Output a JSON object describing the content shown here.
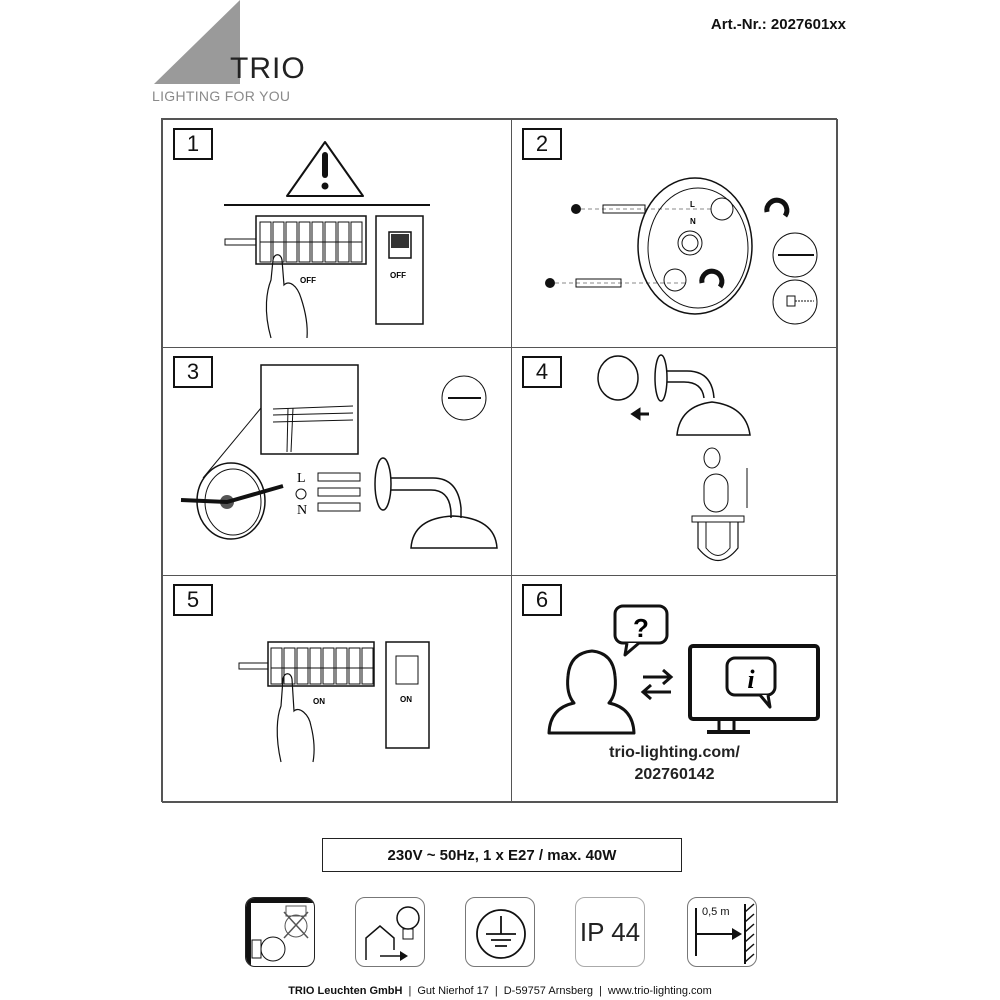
{
  "header": {
    "brand_name": "TRIO",
    "brand_tagline": "LIGHTING FOR YOU",
    "article_number": "Art.-Nr.: 2027601xx"
  },
  "steps": [
    {
      "number": "1",
      "labels": [
        "OFF",
        "OFF"
      ],
      "icon": "circuit-breaker-off-icon"
    },
    {
      "number": "2",
      "labels": [
        "L",
        "N"
      ],
      "icon": "wall-mount-drilling-icon"
    },
    {
      "number": "3",
      "labels": [
        "L",
        "N"
      ],
      "icon": "wiring-connection-icon"
    },
    {
      "number": "4",
      "labels": [],
      "icon": "lamp-assembly-icon"
    },
    {
      "number": "5",
      "labels": [
        "ON",
        "ON"
      ],
      "icon": "circuit-breaker-on-icon"
    },
    {
      "number": "6",
      "url_line1": "trio-lighting.com/",
      "url_line2": "202760142",
      "icon": "support-info-icon"
    }
  ],
  "spec": "230V ~ 50Hz, 1 x E27 / max. 40W",
  "symbols": [
    {
      "name": "wall-mount-only-icon"
    },
    {
      "name": "indoor-outdoor-bulb-icon"
    },
    {
      "name": "protective-earth-icon"
    },
    {
      "name": "protective-earth-icon"
    },
    {
      "name": "ip-rating-icon",
      "text": "IP 44"
    },
    {
      "name": "min-distance-icon",
      "text": "0,5 m"
    }
  ],
  "footer": {
    "company": "TRIO Leuchten GmbH",
    "address": "Gut Nierhof 17",
    "city": "D-59757 Arnsberg",
    "website": "www.trio-lighting.com",
    "separator": "|"
  },
  "colors": {
    "logo_gray": "#9a9a9a",
    "line": "#111111",
    "border": "#555555"
  }
}
